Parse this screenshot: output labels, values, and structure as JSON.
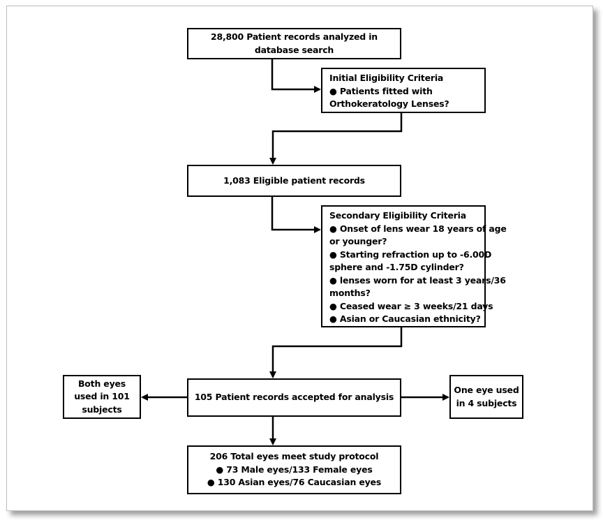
{
  "flowchart": {
    "records_analyzed": {
      "lines": [
        "28,800 Patient records analyzed in",
        "database search"
      ]
    },
    "initial_criteria": {
      "title": "Initial Eligibility Criteria",
      "bullets": [
        [
          "Patients fitted with",
          "Orthokeratology Lenses?"
        ]
      ]
    },
    "eligible_records": {
      "lines": [
        "1,083 Eligible patient records"
      ]
    },
    "secondary_criteria": {
      "title": "Secondary Eligibility Criteria",
      "bullets": [
        [
          "Onset of lens wear 18 years of age",
          "or younger?"
        ],
        [
          "Starting refraction up to -6.00D",
          "sphere and -1.75D cylinder?"
        ],
        [
          "lenses worn for at least 3 years/36",
          "months?"
        ],
        [
          "Ceased wear ≥ 3 weeks/21 days"
        ],
        [
          "Asian or Caucasian ethnicity?"
        ]
      ]
    },
    "accepted_records": {
      "lines": [
        "105 Patient records accepted for analysis"
      ]
    },
    "both_eyes": {
      "lines": [
        "Both eyes",
        "used in 101",
        "subjects"
      ]
    },
    "one_eye": {
      "lines": [
        "One eye used",
        "in 4 subjects"
      ]
    },
    "total_eyes": {
      "title": "206 Total eyes meet study protocol",
      "bullets": [
        [
          "73 Male eyes/133 Female eyes"
        ],
        [
          "130 Asian eyes/76 Caucasian eyes"
        ]
      ]
    }
  }
}
